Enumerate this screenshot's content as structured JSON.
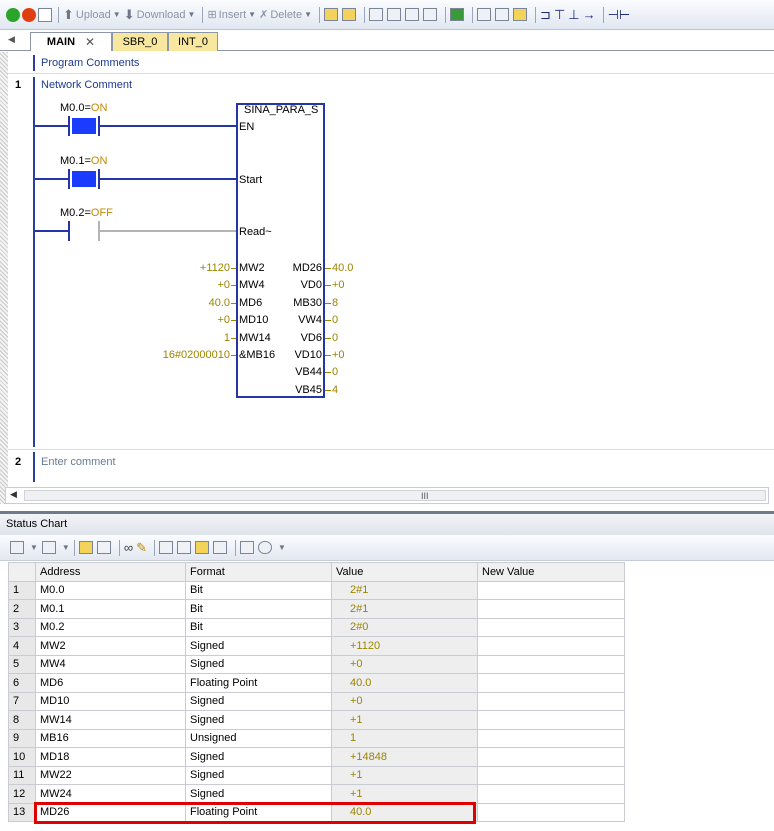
{
  "toolbar": {
    "upload": "Upload",
    "download": "Download",
    "insert": "Insert",
    "delete": "Delete"
  },
  "tabs": [
    {
      "label": "MAIN"
    },
    {
      "label": "SBR_0"
    },
    {
      "label": "INT_0"
    }
  ],
  "editor": {
    "program_comments": "Program Comments",
    "networks": [
      {
        "number": "1",
        "comment": "Network Comment"
      },
      {
        "number": "2",
        "comment": "Enter comment"
      }
    ],
    "contacts": [
      {
        "operand": "M0.0",
        "state": "ON"
      },
      {
        "operand": "M0.1",
        "state": "ON"
      },
      {
        "operand": "M0.2",
        "state": "OFF"
      }
    ],
    "block": {
      "name": "SINA_PARA_S",
      "en": "EN",
      "start": "Start",
      "read": "Read~",
      "inputs": [
        {
          "value": "+1120",
          "pin": "MW2"
        },
        {
          "value": "+0",
          "pin": "MW4"
        },
        {
          "value": "40.0",
          "pin": "MD6"
        },
        {
          "value": "+0",
          "pin": "MD10"
        },
        {
          "value": "1",
          "pin": "MW14"
        },
        {
          "value": "16#02000010",
          "pin": "&MB16"
        }
      ],
      "outputs": [
        {
          "pin": "MD26",
          "value": "40.0"
        },
        {
          "pin": "VD0",
          "value": "+0"
        },
        {
          "pin": "MB30",
          "value": "8"
        },
        {
          "pin": "VW4",
          "value": "0"
        },
        {
          "pin": "VD6",
          "value": "0"
        },
        {
          "pin": "VD10",
          "value": "+0"
        },
        {
          "pin": "VB44",
          "value": "0"
        },
        {
          "pin": "VB45",
          "value": "4"
        }
      ]
    },
    "scroll_grip": "III"
  },
  "status_chart": {
    "title": "Status Chart",
    "columns": [
      "Address",
      "Format",
      "Value",
      "New Value"
    ],
    "rows": [
      {
        "n": "1",
        "address": "M0.0",
        "format": "Bit",
        "value": "2#1",
        "new": ""
      },
      {
        "n": "2",
        "address": "M0.1",
        "format": "Bit",
        "value": "2#1",
        "new": ""
      },
      {
        "n": "3",
        "address": "M0.2",
        "format": "Bit",
        "value": "2#0",
        "new": ""
      },
      {
        "n": "4",
        "address": "MW2",
        "format": "Signed",
        "value": "+1120",
        "new": ""
      },
      {
        "n": "5",
        "address": "MW4",
        "format": "Signed",
        "value": "+0",
        "new": ""
      },
      {
        "n": "6",
        "address": "MD6",
        "format": "Floating Point",
        "value": "40.0",
        "new": ""
      },
      {
        "n": "7",
        "address": "MD10",
        "format": "Signed",
        "value": "+0",
        "new": ""
      },
      {
        "n": "8",
        "address": "MW14",
        "format": "Signed",
        "value": "+1",
        "new": ""
      },
      {
        "n": "9",
        "address": "MB16",
        "format": "Unsigned",
        "value": "1",
        "new": ""
      },
      {
        "n": "10",
        "address": "MD18",
        "format": "Signed",
        "value": "+14848",
        "new": ""
      },
      {
        "n": "11",
        "address": "MW22",
        "format": "Signed",
        "value": "+1",
        "new": ""
      },
      {
        "n": "12",
        "address": "MW24",
        "format": "Signed",
        "value": "+1",
        "new": ""
      },
      {
        "n": "13",
        "address": "MD26",
        "format": "Floating Point",
        "value": "40.0",
        "new": ""
      }
    ]
  },
  "colors": {
    "active_wire": "#2535a8",
    "inactive_wire": "#b4b4b4",
    "value_text": "#9b8400",
    "highlight": "#e00000",
    "tab_inactive": "#f7e79f"
  }
}
